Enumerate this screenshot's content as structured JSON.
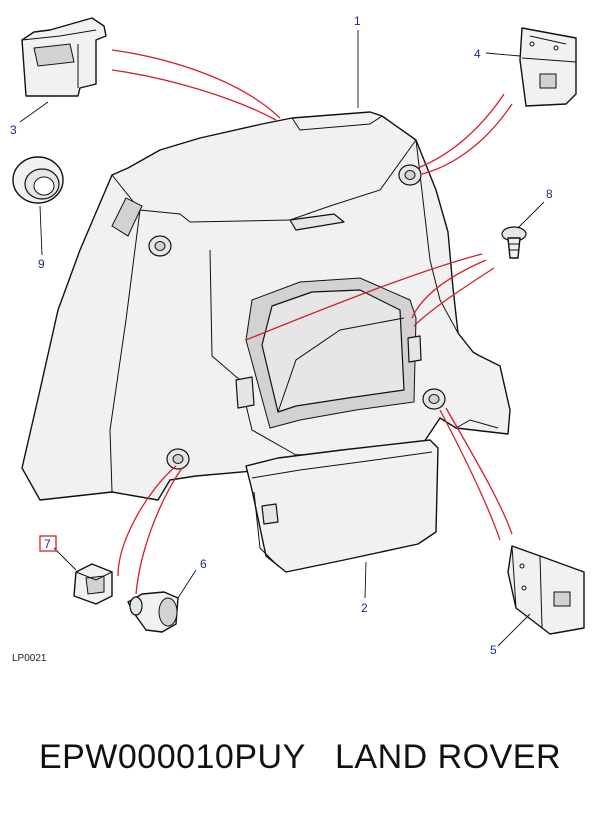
{
  "diagram": {
    "reference": "LP0021",
    "callouts": [
      "1",
      "2",
      "3",
      "4",
      "5",
      "6",
      "7",
      "8",
      "9"
    ],
    "selected_callout": "7",
    "leader_color": "#d61f2a",
    "callout_color": "#1a2a8c"
  },
  "caption": {
    "part_number": "EPW000010PUY",
    "brand": "LAND ROVER"
  }
}
